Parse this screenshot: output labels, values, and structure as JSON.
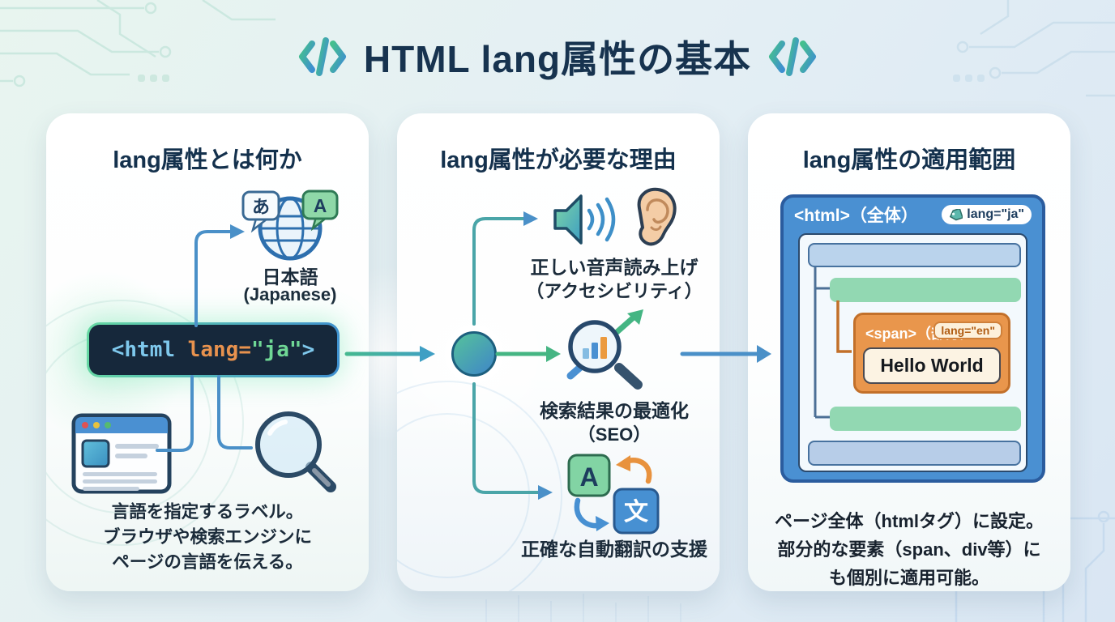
{
  "header": {
    "title": "HTML lang属性の基本",
    "code_icon": "</>"
  },
  "cards": {
    "what": {
      "heading": "lang属性とは何か",
      "bubble_ja": "あ",
      "bubble_en": "A",
      "lang_name": "日本語",
      "lang_name_en": "(Japanese)",
      "code": {
        "tag_open": "<html",
        "attr": " lang",
        "equals": "=",
        "value": "\"ja\"",
        "tag_close": ">"
      },
      "description_lines": [
        "言語を指定するラベル。",
        "ブラウザや検索エンジンに",
        "ページの言語を伝える。"
      ]
    },
    "why": {
      "heading": "lang属性が必要な理由",
      "reasons": [
        {
          "title": "正しい音声読み上げ",
          "subtitle": "（アクセシビリティ）"
        },
        {
          "title": "検索結果の最適化",
          "subtitle": "（SEO）"
        },
        {
          "title": "正確な自動翻訳の支援",
          "subtitle": ""
        }
      ],
      "translate_from": "A",
      "translate_to": "文"
    },
    "scope": {
      "heading": "lang属性の適用範囲",
      "html_label": "<html>（全体）",
      "html_tag": "lang=\"ja\"",
      "span_label": "<span>（部分）",
      "span_tag": "lang=\"en\"",
      "span_content": "Hello World",
      "description_lines": [
        "ページ全体（htmlタグ）に設定。",
        "部分的な要素（span、div等）に",
        "も個別に適用可能。"
      ]
    }
  },
  "icons": [
    "code-bracket-icon",
    "globe-icon",
    "speech-bubble-ja-icon",
    "speech-bubble-en-icon",
    "browser-window-icon",
    "magnifier-icon",
    "speaker-icon",
    "sound-waves-icon",
    "ear-icon",
    "seo-magnifier-icon",
    "growth-arrow-icon",
    "translate-icon",
    "tag-icon",
    "flow-node"
  ],
  "colors": {
    "title_navy": "#17334f",
    "accent_blue": "#4a90c8",
    "accent_green": "#45b583",
    "code_bg": "#16283b",
    "code_tag": "#7ec8ec",
    "code_attr": "#e8924e",
    "code_value": "#6fd795",
    "html_box_blue": "#4a90d2",
    "span_box_orange": "#e9964c"
  }
}
